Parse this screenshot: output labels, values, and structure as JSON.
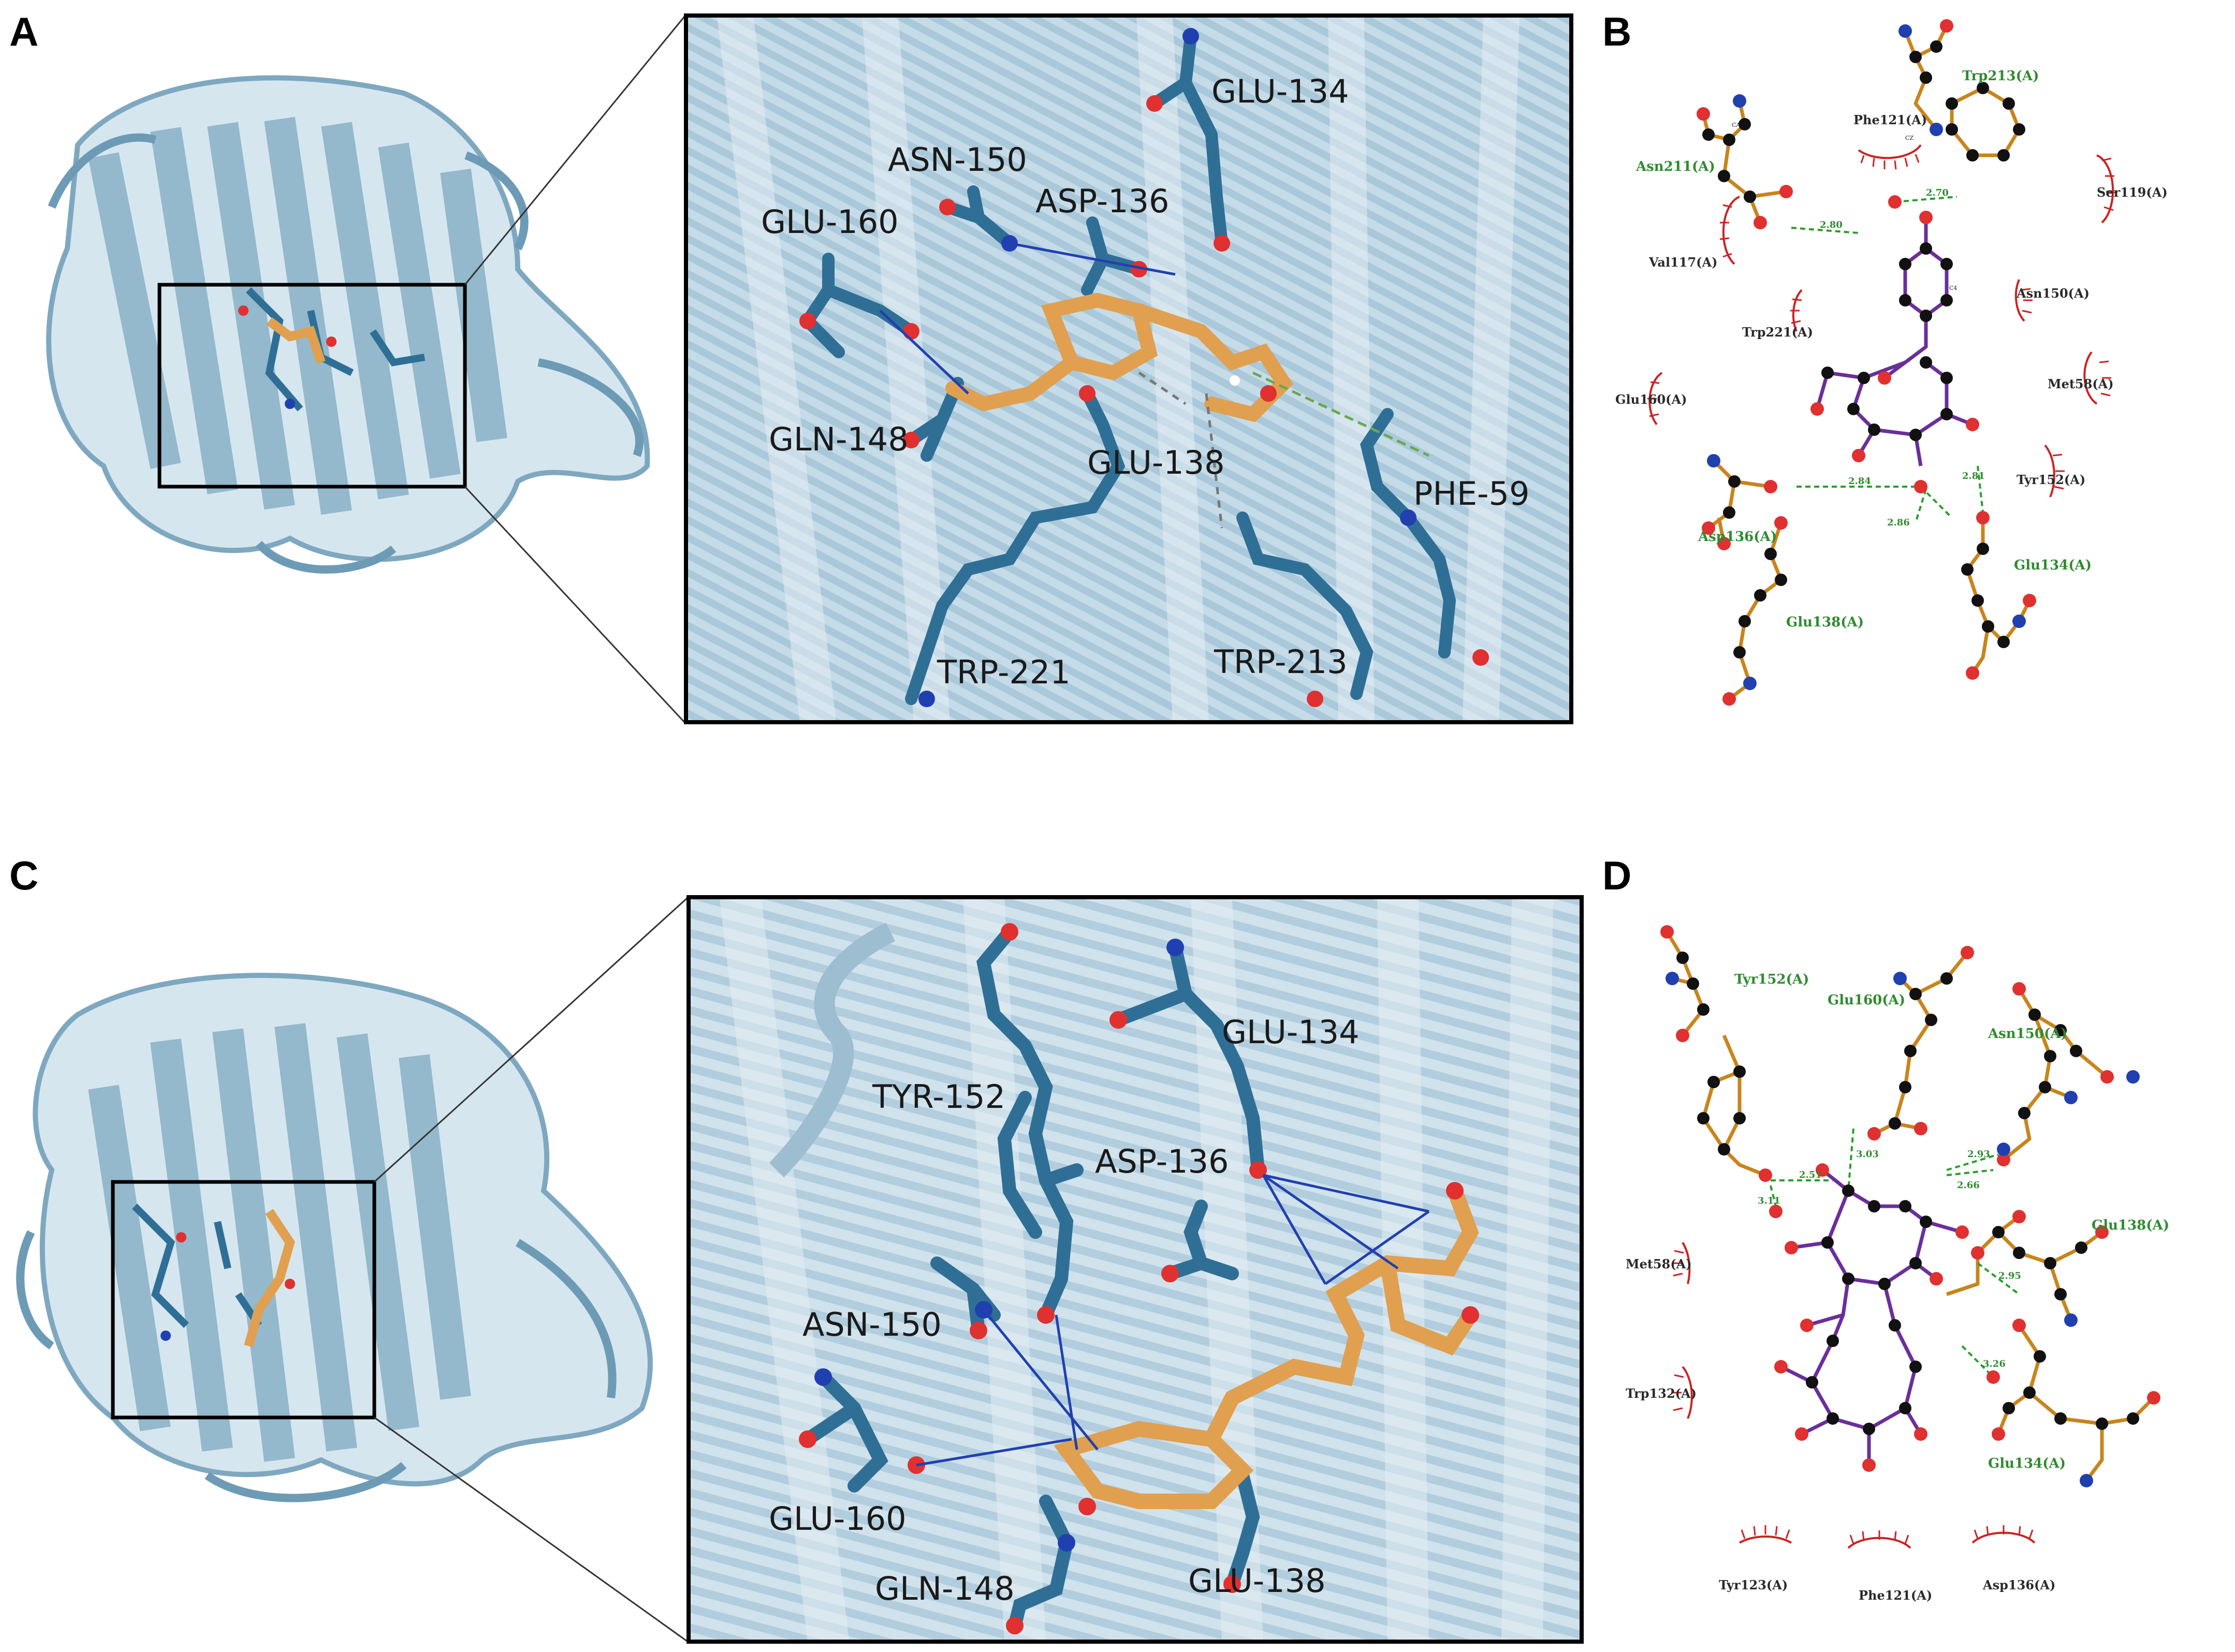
{
  "colors": {
    "protein": "#8fb6cc",
    "protein_dark": "#5f8fa9",
    "residue": "#2f6f96",
    "ligand": "#e0a050",
    "oxygen": "#e03030",
    "nitrogen": "#2040b0",
    "hbond": "#2a9d2a",
    "hydrophobic": "#cc2222",
    "bond_ligand": "#6a2f9a",
    "bond_residue": "#c8851c",
    "carbon_atom": "#111111"
  },
  "panels": [
    {
      "label": "A",
      "residues": [
        "GLU-134",
        "ASN-150",
        "ASP-136",
        "GLU-160",
        "GLN-148",
        "GLU-138",
        "PHE-59",
        "TRP-221",
        "TRP-213"
      ]
    },
    {
      "label": "B",
      "hbond_residues": [
        "Trp213(A)",
        "Asn211(A)",
        "Asp136(A)",
        "Glu134(A)",
        "Glu138(A)"
      ],
      "hydrophobic": [
        "Phe121(A)",
        "Ser119(A)",
        "Val117(A)",
        "Asn150(A)",
        "Trp221(A)",
        "Met58(A)",
        "Glu160(A)",
        "Tyr152(A)"
      ],
      "distances": [
        "2.70",
        "2.80",
        "2.84",
        "2.81",
        "2.86"
      ]
    },
    {
      "label": "C",
      "residues": [
        "GLU-134",
        "TYR-152",
        "ASP-136",
        "ASN-150",
        "GLU-160",
        "GLN-148",
        "GLU-138"
      ]
    },
    {
      "label": "D",
      "hbond_residues": [
        "Tyr152(A)",
        "Glu160(A)",
        "Asn150(A)",
        "Glu138(A)",
        "Glu134(A)"
      ],
      "hydrophobic": [
        "Met58(A)",
        "Trp132(A)",
        "Tyr123(A)",
        "Phe121(A)",
        "Asp136(A)"
      ],
      "distances": [
        "3.03",
        "2.51",
        "3.11",
        "2.93",
        "2.66",
        "2.95",
        "3.26"
      ]
    }
  ]
}
